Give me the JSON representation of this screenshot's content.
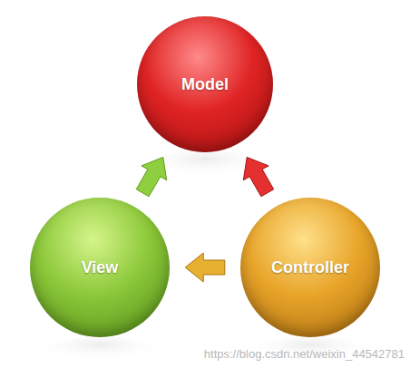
{
  "diagram": {
    "nodes": [
      {
        "text": [
          "Model"
        ]
      },
      {
        "text": [
          "View"
        ]
      },
      {
        "text": [
          "Controller"
        ]
      }
    ],
    "edges": [
      {
        "from": 1,
        "to": 0,
        "arrow": "to"
      },
      {
        "from": 2,
        "to": 0,
        "arrow": "to"
      },
      {
        "from": 2,
        "to": 1,
        "arrow": "to"
      }
    ],
    "labels": [
      "https://blog.csdn.net/weixin_44542781"
    ]
  }
}
